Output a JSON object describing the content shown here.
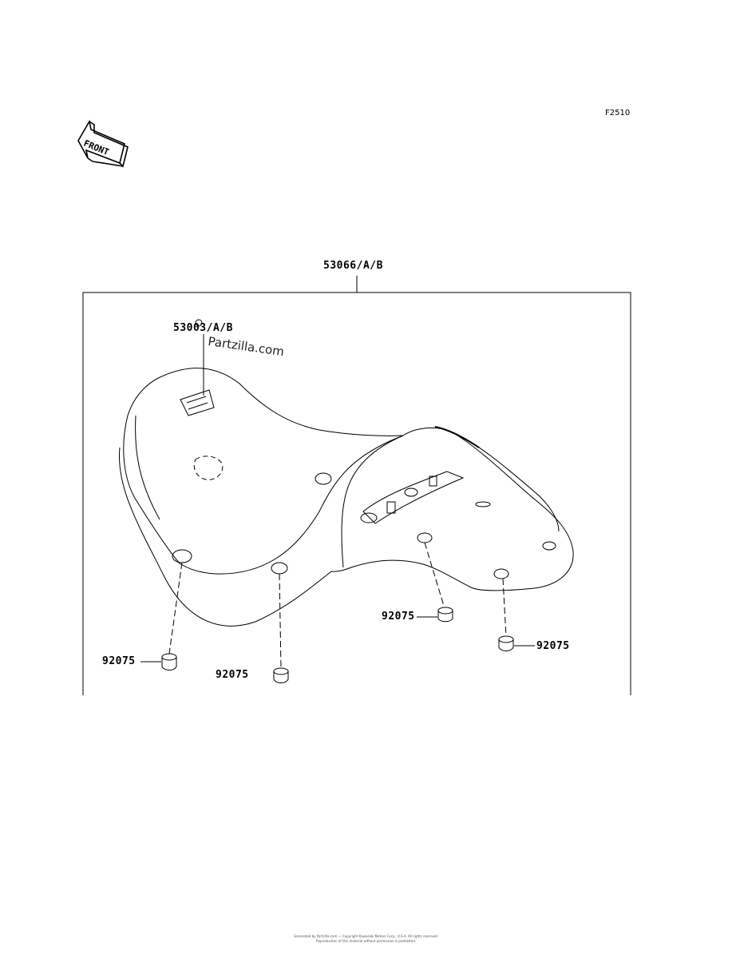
{
  "figure_id": "F2510",
  "front_label": "FRONT",
  "watermark": "Partzilla.com",
  "parts": {
    "seat": "53066/A/B",
    "tag": "53003/A/B",
    "damper_1": "92075",
    "damper_2": "92075",
    "damper_3": "92075",
    "damper_4": "92075"
  },
  "footer": {
    "line1": "Generated by Partzilla.com — Copyright Kawasaki Motors Corp., U.S.A. All rights reserved.",
    "line2": "Reproduction of this material without permission is prohibited."
  }
}
